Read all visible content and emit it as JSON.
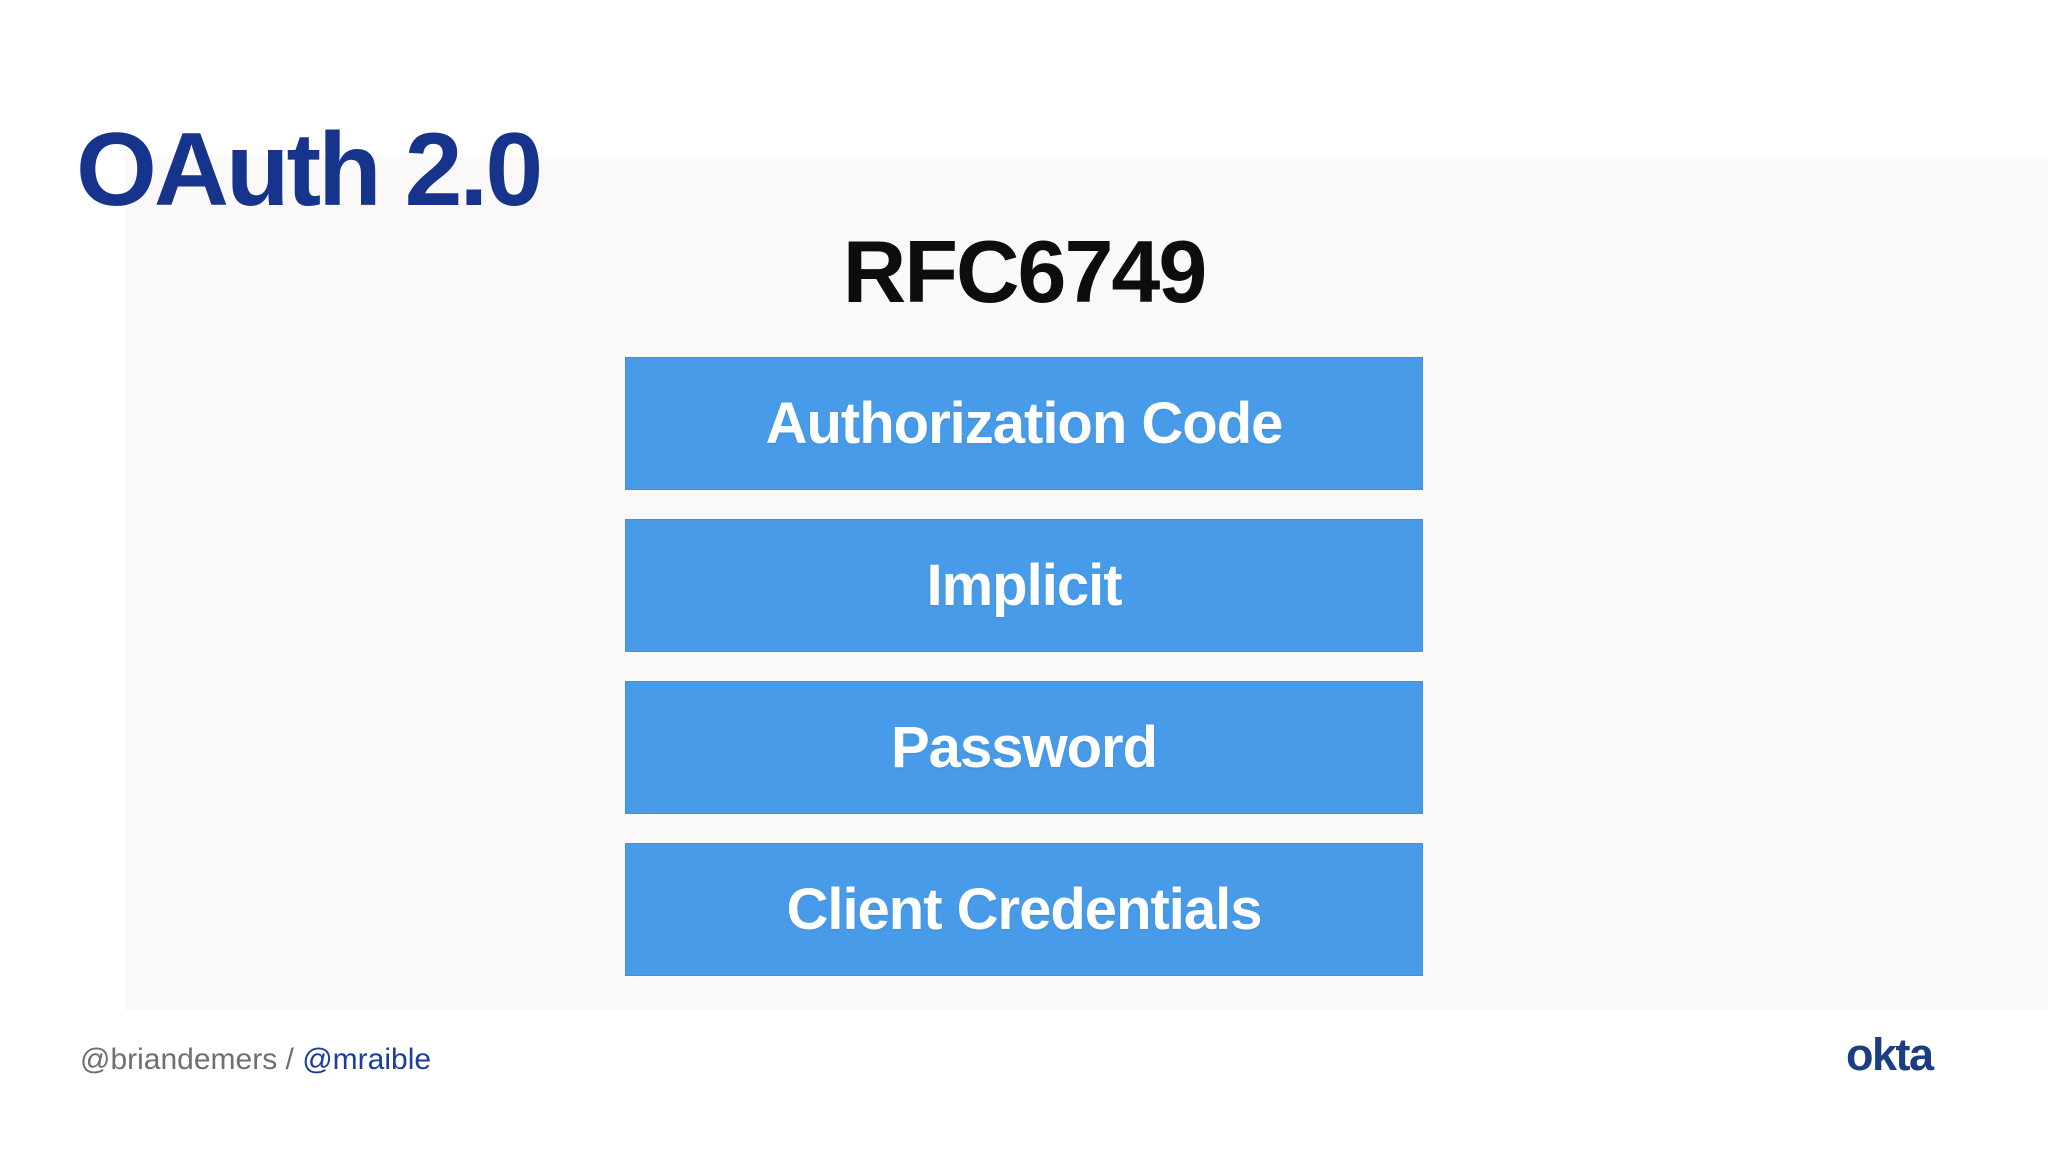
{
  "slide": {
    "title": "OAuth 2.0",
    "diagram": {
      "heading": "RFC6749",
      "grant_types": [
        {
          "label": "Authorization Code"
        },
        {
          "label": "Implicit"
        },
        {
          "label": "Password"
        },
        {
          "label": "Client Credentials"
        }
      ]
    },
    "footer": {
      "handle_primary": "@briandemers",
      "separator": " / ",
      "handle_secondary": "@mraible",
      "logo_text": "okta"
    },
    "colors": {
      "title_navy": "#17348c",
      "bar_blue": "#479be8",
      "bar_border_blue": "#3e92df",
      "bar_text": "#ffffff",
      "heading_black": "#0d0d0d",
      "footer_gray": "#6f6f6f",
      "footer_link_blue": "#1c3d9e",
      "okta_navy": "#1b3d82",
      "panel_offwhite": "#faf9f7"
    }
  }
}
